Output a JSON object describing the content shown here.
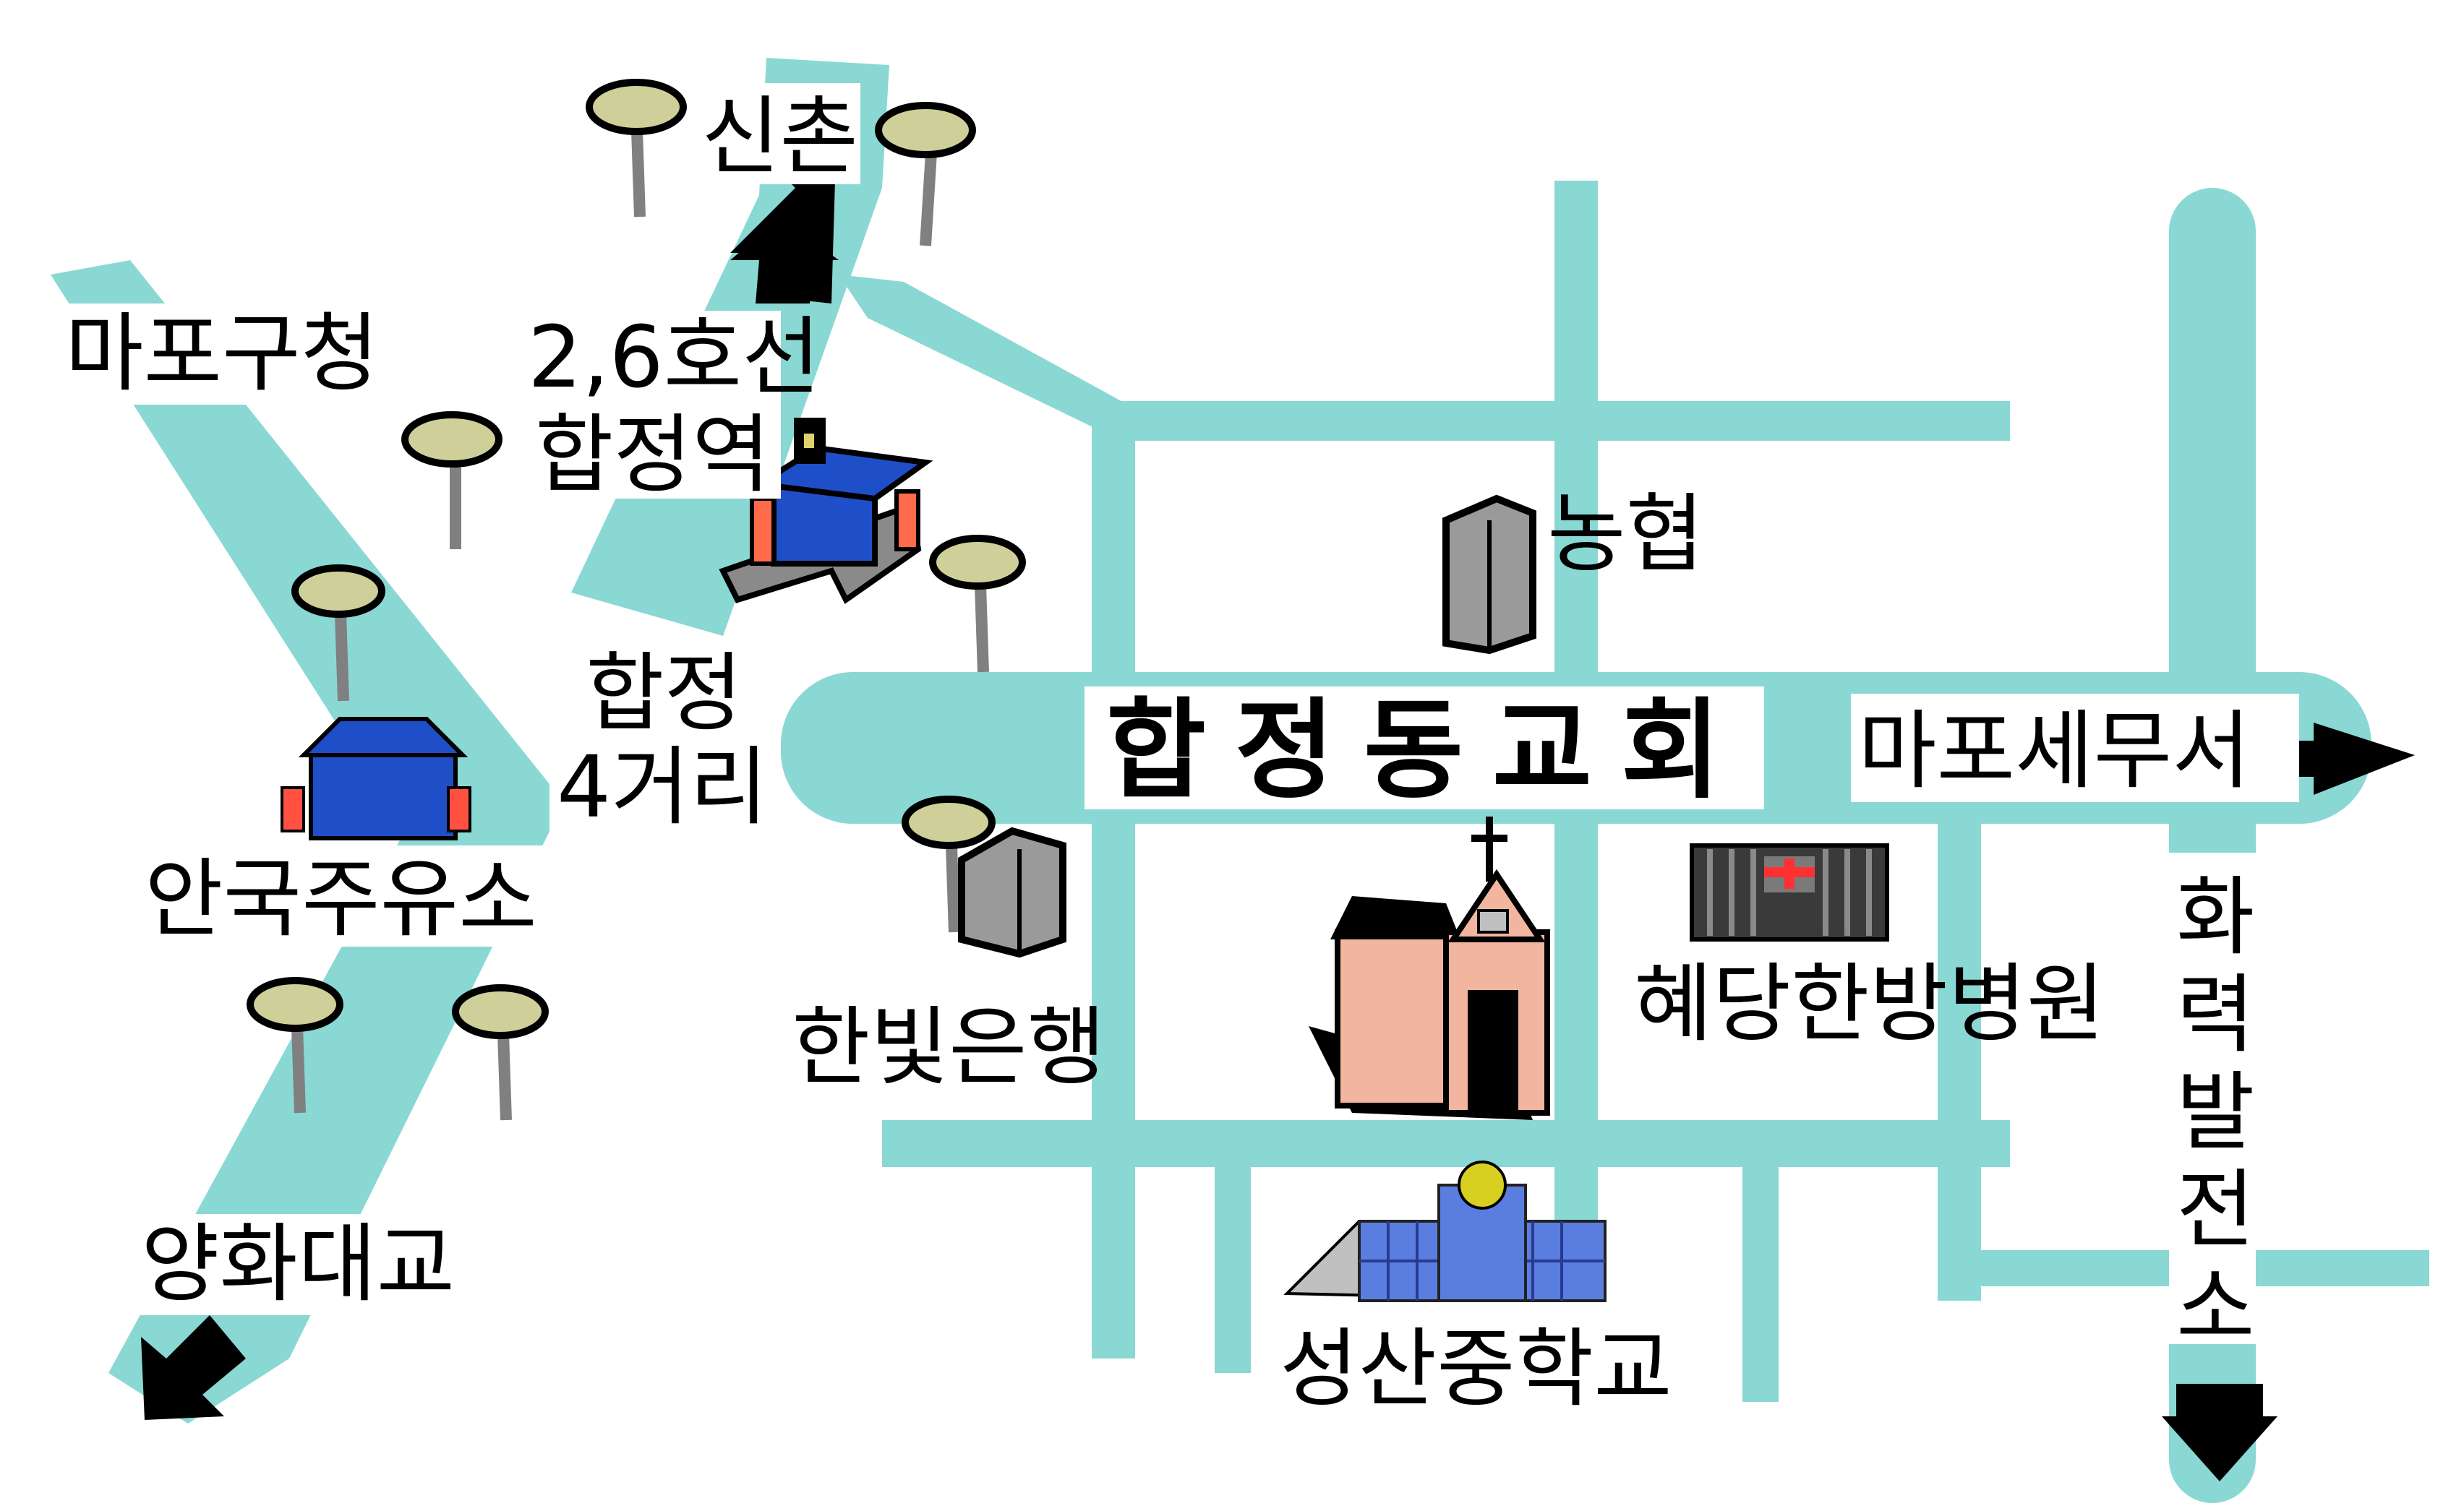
{
  "colors": {
    "road": "#8ad8d3",
    "background": "#ffffff",
    "church_wall": "#f2b6a0",
    "church_roof": "#000000",
    "station_roof": "#1f4fc8",
    "station_side": "#ff6a4a",
    "building_gray": "#9a9a9a",
    "hospital_cross": "#ff3030",
    "school_window": "#5a7ee0",
    "tree_top": "#cfcf9a",
    "arrow": "#000000"
  },
  "map": {
    "title": "합정동교회",
    "labels": {
      "sinchon": "신촌",
      "mapo_gucheong": "마포구청",
      "line_26": "2,6호선",
      "hapjeong_station": "합정역",
      "nonghyup": "농협",
      "hapjeong": "합정",
      "sageori": "4거리",
      "mapo_tax_office": "마포세무서",
      "hanbit_bank": "한빛은행",
      "ankuk_gas": "안국주유소",
      "hyedang_hospital": "혜당한방병원",
      "power_plant": "화력발전소",
      "seongsan_school": "성산중학교",
      "yanghwa_bridge": "양화대교"
    },
    "icons": {
      "north_arrow": "arrow-up-icon",
      "east_arrow": "arrow-right-icon",
      "south_arrow": "arrow-down-icon",
      "southwest_arrow": "arrow-down-left-icon",
      "church": "church-icon",
      "station": "subway-station-icon",
      "bank": "bank-building-icon",
      "nonghyup": "office-building-icon",
      "gas": "gas-station-icon",
      "hospital": "hospital-icon",
      "school": "school-icon",
      "tree": "tree-icon"
    }
  }
}
